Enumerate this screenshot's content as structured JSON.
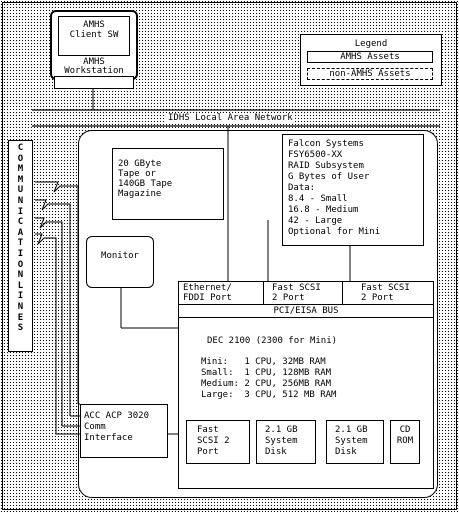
{
  "workstation": {
    "software": [
      "AMHS",
      "Client SW"
    ],
    "caption": [
      "AMHS",
      "Workstation"
    ]
  },
  "legend": {
    "title": "Legend",
    "amhs": "AMHS Assets",
    "non_amhs": "non-AMHS Assets"
  },
  "lan": "IDHS Local Area Network",
  "comm_lines": "COMMUNICATION LINES",
  "tape": [
    "20 GByte",
    "Tape or",
    "140GB Tape",
    "Magazine"
  ],
  "raid": [
    "Falcon Systems",
    "FSY6500-XX",
    "RAID Subsystem",
    "G Bytes of User",
    "Data:",
    "8.4 - Small",
    "16.8 - Medium",
    "42 - Large",
    "Optional for Mini"
  ],
  "monitor": "Monitor",
  "ports": {
    "ethernet": [
      "Ethernet/",
      "FDDI Port"
    ],
    "scsi1": [
      "Fast SCSI",
      "2 Port"
    ],
    "scsi2": [
      "Fast SCSI",
      "2 Port"
    ]
  },
  "bus": "PCI/EISA BUS",
  "server": {
    "title": "DEC 2100 (2300 for Mini)",
    "configs": [
      "Mini:   1 CPU, 32MB RAM",
      "Small:  1 CPU, 128MB RAM",
      "Medium: 2 CPU, 256MB RAM",
      "Large:  3 CPU, 512 MB RAM"
    ]
  },
  "acc": [
    "ACC ACP 3020",
    "Comm",
    "Interface"
  ],
  "bottom": {
    "scsi": [
      "Fast",
      "SCSI 2",
      "Port"
    ],
    "disk1": [
      "2.1 GB",
      "System",
      "Disk"
    ],
    "disk2": [
      "2.1 GB",
      "System",
      "Disk"
    ],
    "cd": [
      "CD",
      "ROM"
    ]
  }
}
